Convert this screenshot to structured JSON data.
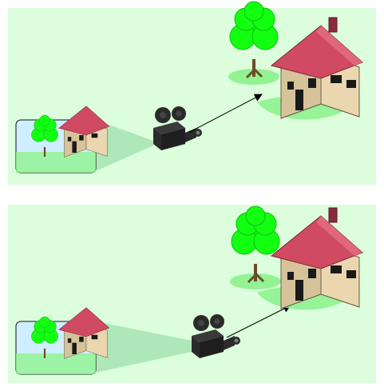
{
  "figure": {
    "panels": [
      {
        "id": "top",
        "scene_bg": "#dcfedc",
        "camera_to_house_arrow": true,
        "projected_view_region": "left-thumbnail"
      },
      {
        "id": "bottom",
        "scene_bg": "#dcfedc",
        "camera_to_house_arrow": true,
        "projected_view_region": "left-thumbnail"
      }
    ],
    "icons": [
      "tree-icon",
      "house-icon",
      "video-camera-icon",
      "thumbnail-image-icon",
      "arrow-icon"
    ],
    "colors": {
      "scene_bg": "#dcfedc",
      "frustum": "#a9e6b4",
      "shadow": "#8ef28e",
      "tree": "#12ff12",
      "tree_trunk": "#6b4b2a",
      "house_wall": "#d7c39a",
      "house_roof": "#cf4a62",
      "camera": "#2b2b2b",
      "thumbnail_sky": "#cfeeff"
    }
  }
}
